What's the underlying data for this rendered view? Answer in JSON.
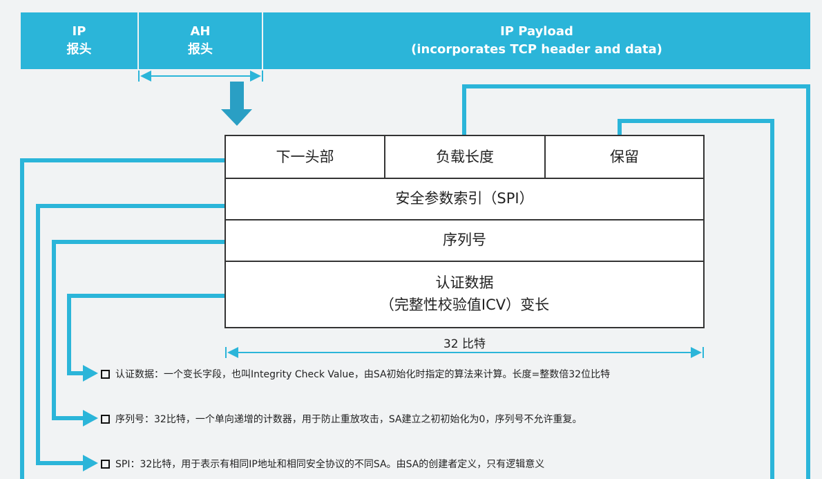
{
  "packet": {
    "ip_header": {
      "line1": "IP",
      "line2": "报头"
    },
    "ah_header": {
      "line1": "AH",
      "line2": "报头"
    },
    "payload": {
      "line1": "IP Payload",
      "line2": "(incorporates TCP header and data)"
    }
  },
  "ah_format": {
    "row1": [
      "下一头部",
      "负载长度",
      "保留"
    ],
    "spi": "安全参数索引（SPI）",
    "sequence": "序列号",
    "auth_line1": "认证数据",
    "auth_line2": "（完整性校验值ICV）变长",
    "width_label": "32 比特"
  },
  "notes": [
    "认证数据：一个变长字段，也叫Integrity Check Value，由SA初始化时指定的算法来计算。长度=整数倍32位比特",
    "序列号：32比特，一个单向递增的计数器，用于防止重放攻击，SA建立之初初始化为0，序列号不允许重复。",
    "SPI：32比特，用于表示有相同IP地址和相同安全协议的不同SA。由SA的创建者定义，只有逻辑意义"
  ],
  "colors": {
    "accent": "#2bb5d9"
  }
}
